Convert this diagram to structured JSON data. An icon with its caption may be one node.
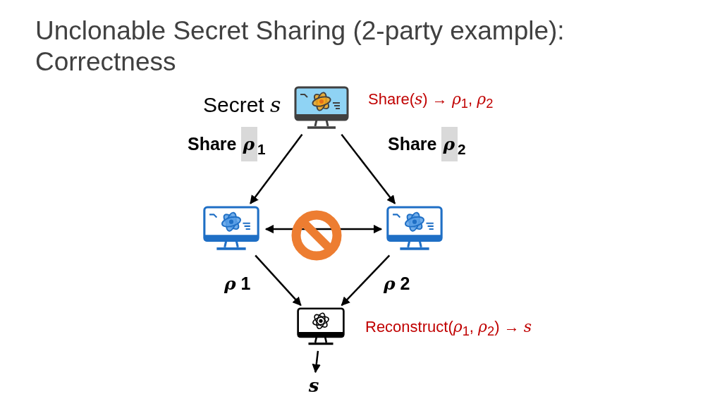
{
  "diagram": {
    "title": "Unclonable Secret Sharing (2-party example): Correctness",
    "nodes": [
      {
        "text": [],
        "shape": "computer",
        "beside": [
          "Secret *s*"
        ]
      },
      {
        "text": [],
        "shape": "computer"
      },
      {
        "text": [],
        "shape": "computer"
      },
      {
        "text": [],
        "shape": "computer"
      },
      {
        "text": [
          "s"
        ]
      }
    ],
    "edges": [
      {
        "from": 0,
        "to": 1,
        "arrow": "to",
        "label": "Share *ρ*$_{1}$"
      },
      {
        "from": 0,
        "to": 2,
        "arrow": "to",
        "label": "Share *ρ*$_{2}$"
      },
      {
        "from": 1,
        "to": 2,
        "arrow": "both"
      },
      {
        "from": 1,
        "to": 3,
        "arrow": "to",
        "label": "*ρ* 1"
      },
      {
        "from": 2,
        "to": 3,
        "arrow": "to",
        "label": "*ρ* 2"
      },
      {
        "from": 3,
        "to": 4,
        "arrow": "to"
      }
    ],
    "labels": [
      "Share(*s*) → *ρ*$_{1}$, *ρ*$_{2}$",
      "Reconstruct(*ρ*$_{1}$, *ρ*$_{2}$) → *s*"
    ]
  }
}
